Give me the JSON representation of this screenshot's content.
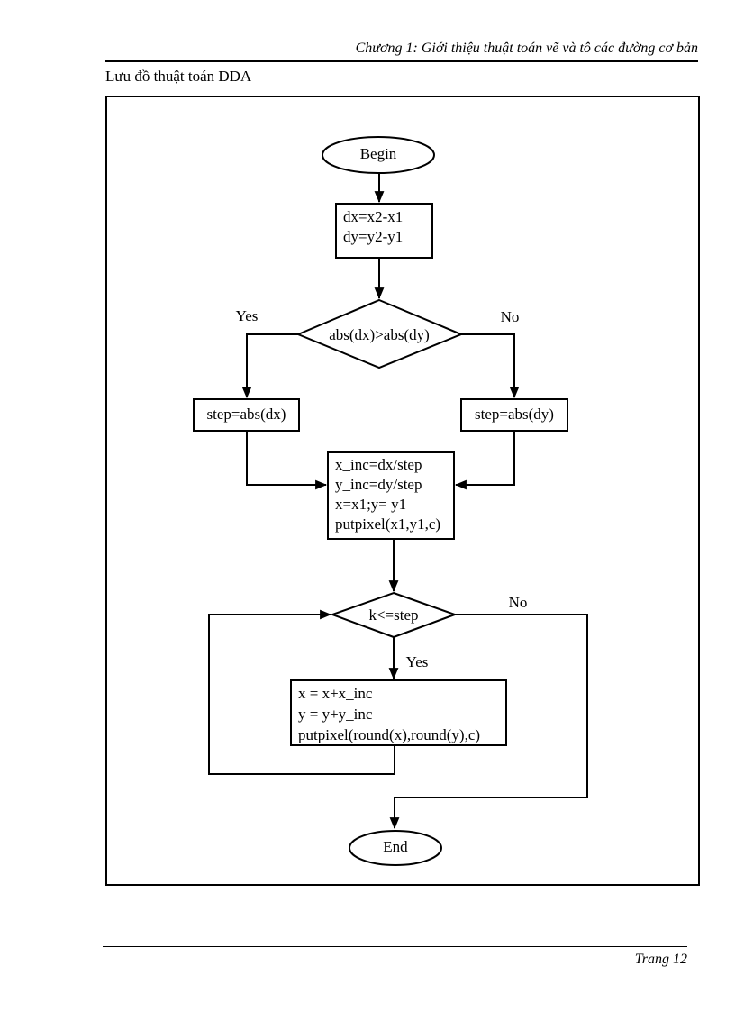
{
  "page": {
    "header_title": "Chương 1: Giới thiệu thuật toán vẽ và tô các đường cơ bản",
    "subtitle": "Lưu đồ thuật toán DDA",
    "footer_page": "Trang 12"
  },
  "flowchart": {
    "begin_label": "Begin",
    "init_box": {
      "lines": [
        "dx=x2-x1",
        "dy=y2-y1"
      ]
    },
    "decision_abs": {
      "label": "abs(dx)>abs(dy)",
      "yes_label": "Yes",
      "no_label": "No"
    },
    "step_dx_label": "step=abs(dx)",
    "step_dy_label": "step=abs(dy)",
    "setup_box": {
      "lines": [
        "x_inc=dx/step",
        "y_inc=dy/step",
        "x=x1;y= y1",
        "putpixel(x1,y1,c)"
      ]
    },
    "decision_loop": {
      "label": "k<=step",
      "yes_label": "Yes",
      "no_label": "No"
    },
    "update_box": {
      "lines": [
        "x = x+x_inc",
        "y = y+y_inc",
        "putpixel(round(x),round(y),c)"
      ]
    },
    "end_label": "End"
  },
  "colors": {
    "ink": "#000000",
    "paper": "#ffffff"
  }
}
